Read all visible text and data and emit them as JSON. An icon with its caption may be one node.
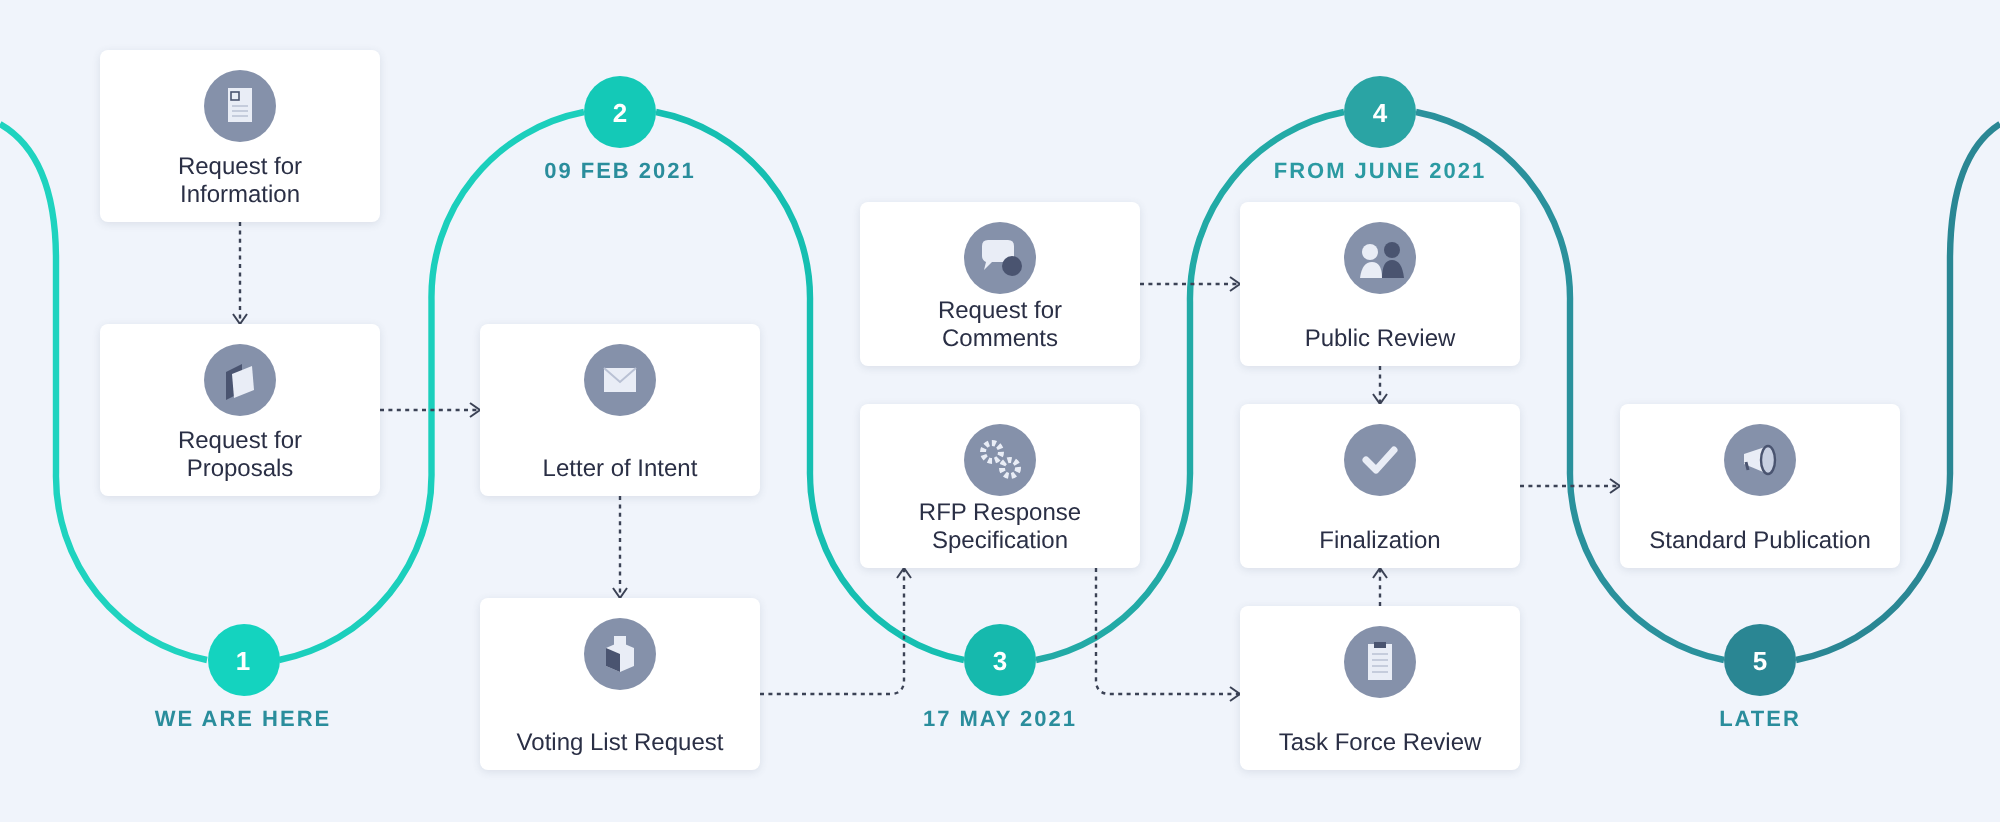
{
  "diagram": {
    "nodes": [
      {
        "text": [
          "Request for Information"
        ]
      },
      {
        "text": [
          "Request for Proposals"
        ]
      },
      {
        "text": [
          "1"
        ],
        "beside": [
          "WE ARE HERE"
        ]
      },
      {
        "text": [
          "2"
        ],
        "beside": [
          "09 FEB 2021"
        ]
      },
      {
        "text": [
          "Letter of Intent"
        ]
      },
      {
        "text": [
          "Voting List Request"
        ]
      },
      {
        "text": [
          "Request for Comments"
        ]
      },
      {
        "text": [
          "RFP Response Specification"
        ]
      },
      {
        "text": [
          "3"
        ],
        "beside": [
          "17 MAY 2021"
        ]
      },
      {
        "text": [
          "4"
        ],
        "beside": [
          "FROM JUNE 2021"
        ]
      },
      {
        "text": [
          "Public Review"
        ]
      },
      {
        "text": [
          "Finalization"
        ]
      },
      {
        "text": [
          "Task Force Review"
        ]
      },
      {
        "text": [
          "Standard Publication"
        ]
      },
      {
        "text": [
          "5"
        ],
        "beside": [
          "LATER"
        ]
      }
    ],
    "edges": [
      {
        "from": null,
        "to": 2,
        "arrow": "none",
        "style": "thick",
        "color": "#1fd3bf"
      },
      {
        "from": 2,
        "to": 3,
        "arrow": "none",
        "style": "thick",
        "color": "#1bcfbc"
      },
      {
        "from": 3,
        "to": 8,
        "arrow": "none",
        "style": "thick",
        "color": "#16bfb1"
      },
      {
        "from": 8,
        "to": 9,
        "arrow": "none",
        "style": "thick",
        "color": "#22aaa6"
      },
      {
        "from": 9,
        "to": 14,
        "arrow": "none",
        "style": "thick",
        "color": "#2a919c"
      },
      {
        "from": 14,
        "to": null,
        "arrow": "none",
        "style": "thick",
        "color": "#2a8794"
      },
      {
        "from": 0,
        "to": 1,
        "arrow": "to",
        "style": "dashed"
      },
      {
        "from": 1,
        "to": 4,
        "arrow": "to",
        "style": "dashed"
      },
      {
        "from": 4,
        "to": 5,
        "arrow": "to",
        "style": "dashed"
      },
      {
        "from": 5,
        "to": 7,
        "arrow": "to",
        "style": "dashed"
      },
      {
        "from": 6,
        "to": 10,
        "arrow": "to",
        "style": "dashed"
      },
      {
        "from": 7,
        "to": 12,
        "arrow": "to",
        "style": "dashed"
      },
      {
        "from": 10,
        "to": 11,
        "arrow": "to",
        "style": "dashed"
      },
      {
        "from": 12,
        "to": 11,
        "arrow": "to",
        "style": "dashed"
      },
      {
        "from": 11,
        "to": 13,
        "arrow": "to",
        "style": "dashed"
      }
    ]
  }
}
